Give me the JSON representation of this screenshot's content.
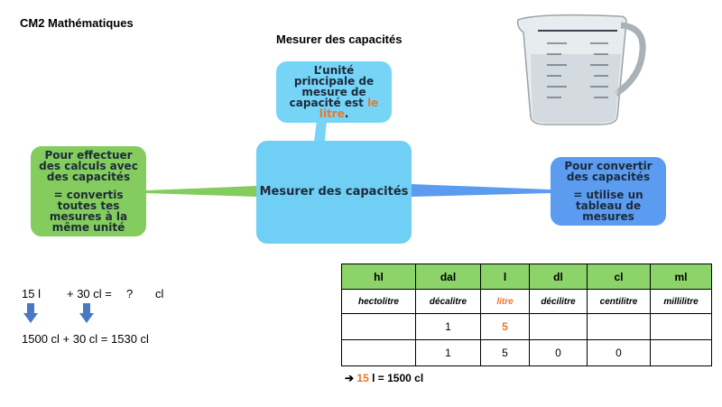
{
  "header": {
    "title": "CM2 Mathématiques"
  },
  "page_title": "Mesurer des capacités",
  "mindmap": {
    "center": "Mesurer des capacités",
    "top": {
      "line1": "L’unité",
      "line2": "principale de",
      "line3": "mesure de",
      "line4": "capacité est",
      "accent": "le",
      "accent2": "litre",
      "period": "."
    },
    "left": {
      "l1": "Pour effectuer",
      "l2": "des calculs avec",
      "l3": "des capacités",
      "l4": "= convertis",
      "l5": "toutes tes",
      "l6": "mesures à la",
      "l7": "même unité"
    },
    "right": {
      "l1": "Pour convertir",
      "l2": "des capacités",
      "l3": "= utilise un",
      "l4": "tableau de",
      "l5": "mesures"
    }
  },
  "calculation": {
    "line1_a": "15 l",
    "line1_b": "+ 30 cl =",
    "line1_c": "?",
    "line1_d": "cl",
    "line2": "1500 cl + 30 cl = 1530 cl"
  },
  "conversion_table": {
    "headers": [
      "hl",
      "dal",
      "l",
      "dl",
      "cl",
      "ml"
    ],
    "names": [
      "hectolitre",
      "décalitre",
      "litre",
      "décilitre",
      "centilitre",
      "millilitre"
    ],
    "row1": [
      "",
      "1",
      "5",
      "",
      "",
      ""
    ],
    "row2": [
      "",
      "1",
      "5",
      "0",
      "0",
      ""
    ]
  },
  "result": {
    "arrow": "➔",
    "value": "15",
    "rest": " l = 1500 cl"
  },
  "colors": {
    "green": "#84cc5d",
    "light_blue": "#6fcff5",
    "blue": "#5b9cf0",
    "orange": "#e8782b",
    "table_header": "#8cd36a",
    "arrow_blue": "#4a78c2"
  }
}
